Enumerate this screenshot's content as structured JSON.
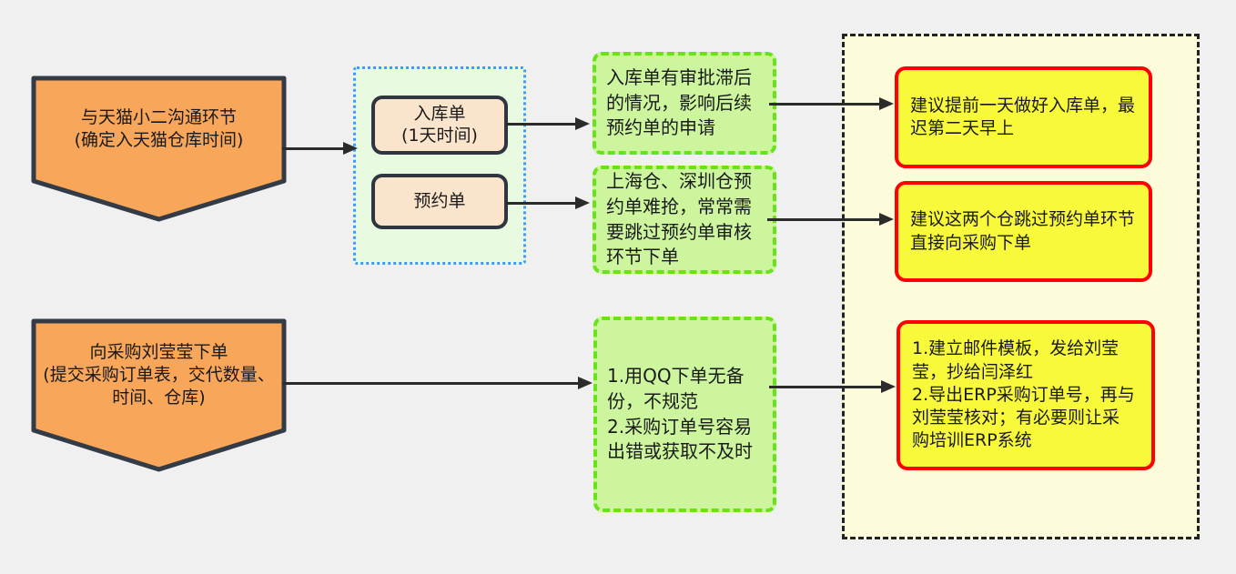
{
  "title": "入仓流程问题与建议流程图",
  "colors": {
    "background": "#F0F0F0",
    "text": "#1A1A1A",
    "stage-fill": "#F7A65A",
    "stage-border": "#333B47",
    "group-fill": "#E8FADF",
    "group-border": "#3D9BFF",
    "doc-fill": "#FBE4CC",
    "doc-border": "#2F3640",
    "problem-fill": "#CCF59D",
    "problem-border": "#67E417",
    "solution-panel-fill": "#FCFBDA",
    "solution-panel-border": "#222222",
    "solution-fill": "#F8F93B",
    "solution-border": "#FF0000",
    "arrow": "#2B2B2B"
  },
  "nodes": {
    "stage_tmall": {
      "label": "与天猫小二沟通环节\n(确定入天猫仓库时间)"
    },
    "stage_purchase": {
      "label": "向采购刘莹莹下单\n(提交采购订单表，交代数量、\n时间、仓库)"
    },
    "doc_inbound": {
      "label": "入库单\n(1天时间)"
    },
    "doc_reservation": {
      "label": "预约单"
    },
    "problem_inbound": {
      "label": "入库单有审批滞后\n的情况，影响后续\n预约单的申请"
    },
    "problem_reservation": {
      "label": "上海仓、深圳仓预\n约单难抢，常常需\n要跳过预约单审核\n环节下单"
    },
    "problem_order": {
      "label": "1.用QQ下单无备\n份，不规范\n2.采购订单号容易\n出错或获取不及时"
    },
    "solution_inbound": {
      "label": "建议提前一天做好入库单，最\n迟第二天早上"
    },
    "solution_reservation": {
      "label": "建议这两个仓跳过预约单环节\n直接向采购下单"
    },
    "solution_order": {
      "label": "1.建立邮件模板，发给刘莹\n莹，抄给闫泽红\n2.导出ERP采购订单号，再与\n刘莹莹核对；有必要则让采\n购培训ERP系统"
    }
  }
}
